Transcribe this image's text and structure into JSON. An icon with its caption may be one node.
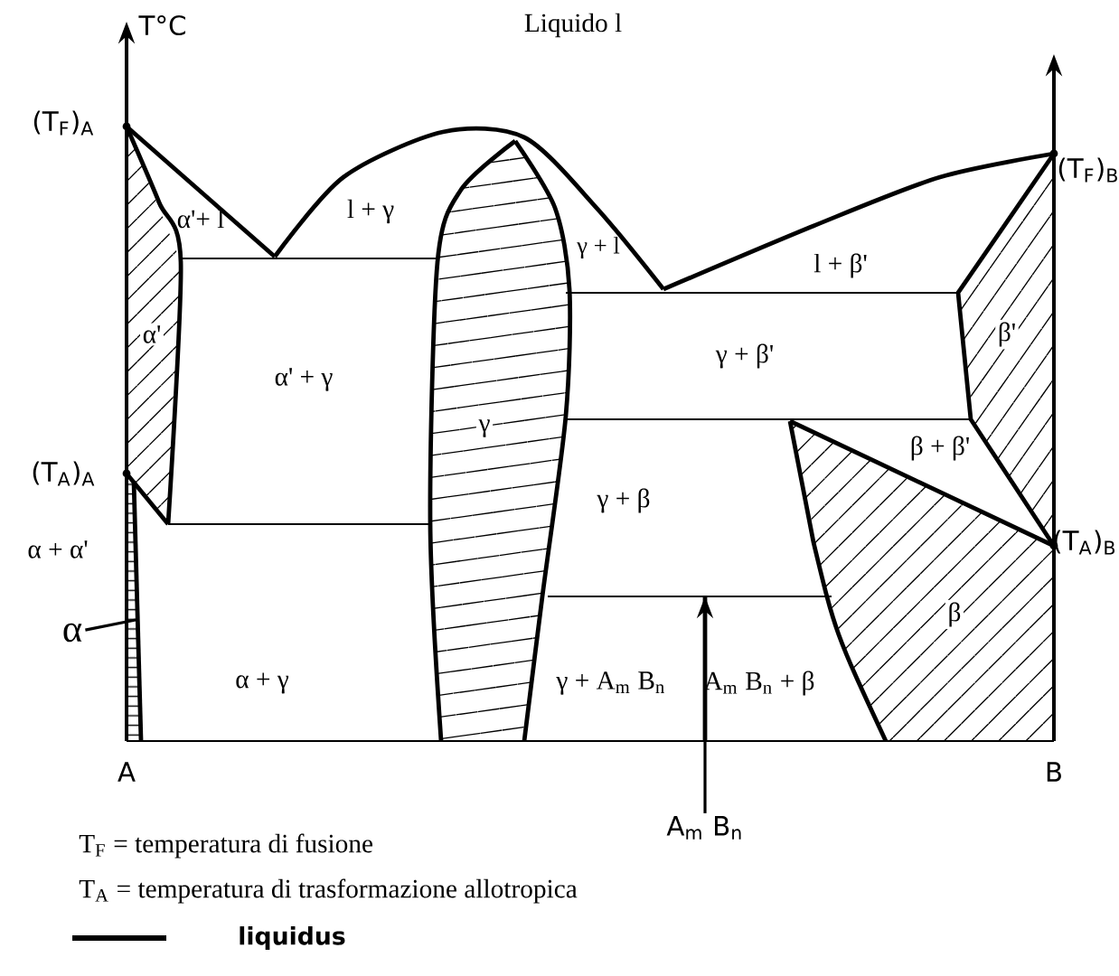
{
  "diagram": {
    "nodes": [
      {
        "text": [
          "α"
        ]
      },
      {
        "text": [
          "A$_{m}$ B$_{n}$"
        ]
      }
    ],
    "edges": [
      {
        "from": 0,
        "to": null,
        "arrow": "none"
      },
      {
        "from": 1,
        "to": null,
        "arrow": "to"
      }
    ],
    "labels": [
      "T°C",
      "Liquido l",
      "(T$_{F}$)$_{A}$",
      "(T$_{F}$)$_{B}$",
      "α'+ l",
      "l + γ",
      "γ + l",
      "α'",
      "α' + γ",
      "γ",
      "l + β'",
      "γ + β'",
      "β'",
      "(T$_{A}$)$_{A}$",
      "β + β'",
      "γ + β",
      "α + α'",
      "(T$_{A}$)$_{B}$",
      "α + γ",
      "γ + A$_{m}$ B$_{n}$",
      "A$_{m}$ B$_{n}$ + β",
      "β",
      "A",
      "B",
      "T$_{F}$ = temperatura di fusione",
      "T$_{A}$ = temperatura di trasformazione allotropica"
    ],
    "legend": [
      {
        "text": "liquidus"
      }
    ]
  }
}
